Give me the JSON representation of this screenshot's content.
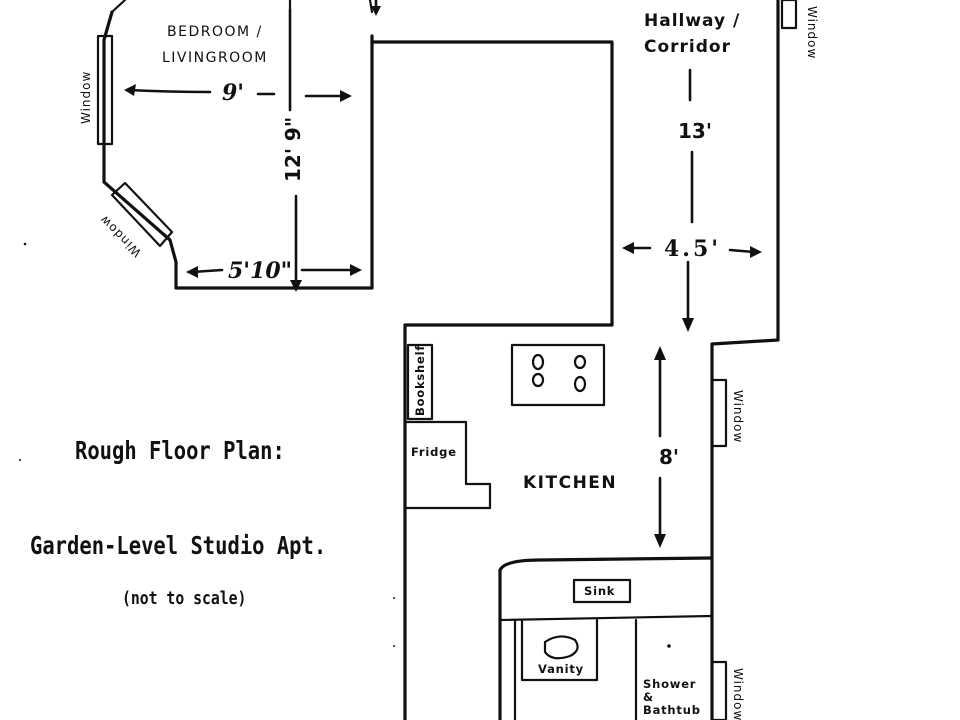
{
  "title": {
    "line1": "Rough Floor Plan:",
    "line2": "Garden-Level Studio Apt.",
    "line3": "(not to scale)"
  },
  "rooms": {
    "bedroom_line1": "BEDROOM /",
    "bedroom_line2": "LIVINGROOM",
    "hallway_line1": "Hallway /",
    "hallway_line2": "Corridor",
    "kitchen": "KITCHEN"
  },
  "dimensions": {
    "bedroom_width": "9'",
    "bedroom_depth": "12' 9\"",
    "bedroom_lower_width": "5'10\"",
    "hallway_length": "13'",
    "hallway_width": "4.5'",
    "kitchen_length": "8'"
  },
  "fixtures": {
    "bookshelf": "Bookshelf",
    "fridge": "Fridge",
    "sink": "Sink",
    "vanity": "Vanity",
    "shower_line1": "Shower",
    "shower_line2": "&",
    "shower_line3": "Bathtub"
  },
  "windows": {
    "label": "Window"
  }
}
